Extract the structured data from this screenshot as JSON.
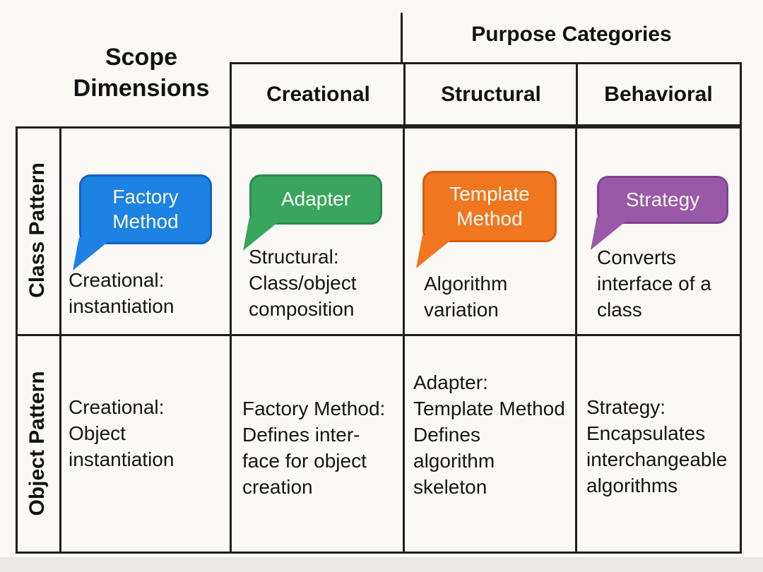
{
  "header": {
    "scope_axis_label": "Scope Dimensions",
    "purpose_axis_label": "Purpose Categories",
    "columns": [
      "Creational",
      "Structural",
      "Behavioral"
    ]
  },
  "rows": [
    {
      "label": "Class Pattern",
      "cells": [
        {
          "bubble": {
            "text": "Factory Method",
            "fill": "#1c82e4",
            "border": "#1263c6"
          },
          "note": "Creational:\ninstantiation"
        },
        {
          "bubble": {
            "text": "Adapter",
            "fill": "#3aa55e",
            "border": "#2c8a4c"
          },
          "note": "Structural:\nClass/object\ncomposition"
        },
        {
          "bubble": {
            "text": "Template Method",
            "fill": "#f0761f",
            "border": "#d65f0e"
          },
          "note": "Algorithm\nvariation"
        },
        {
          "bubble": {
            "text": "Strategy",
            "fill": "#9a58a8",
            "border": "#7e4590"
          },
          "note": "Converts\ninterface of a\nclass"
        }
      ]
    },
    {
      "label": "Object Pattern",
      "cells": [
        {
          "note": "Creational:\nObject\ninstantiation"
        },
        {
          "note": "Factory Method:\nDefines inter-\nface for object\ncreation"
        },
        {
          "note": "Adapter:\nTemplate Method\nDefines\nalgorithm\nskeleton"
        },
        {
          "note": "Strategy:\nEncapsulates\ninterchangeable\nalgorithms"
        }
      ]
    }
  ],
  "palette": {
    "background": "#faf9f6",
    "table_lines": "#1f1f1f",
    "heading_text": "#121212",
    "body_text": "#151515",
    "bubble_text": "#fbfbf7",
    "bottom_strip": "#eae8e4"
  }
}
